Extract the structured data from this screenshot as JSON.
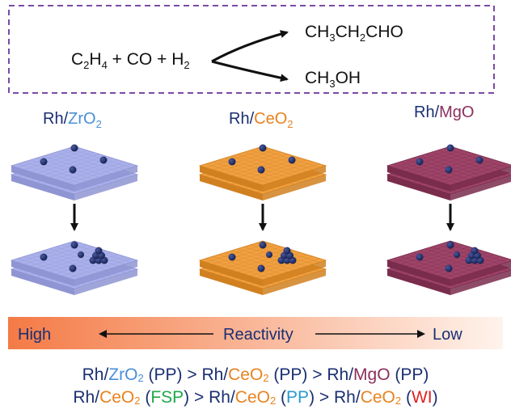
{
  "reaction": {
    "c2h4": [
      "C",
      "2",
      "H",
      "4"
    ],
    "plus1": " + ",
    "co": "CO",
    "plus2": " + ",
    "h2": [
      "H",
      "2"
    ],
    "product1": [
      "CH",
      "3",
      "CH",
      "2",
      "CHO"
    ],
    "product2": [
      "CH",
      "3",
      "OH"
    ]
  },
  "catalysts": [
    {
      "prefix": "Rh/",
      "support": "ZrO",
      "sub": "2",
      "support_color": "#4a8fd6",
      "top": "#aab0ea",
      "side": "#8f95d2"
    },
    {
      "prefix": "Rh/",
      "support": "CeO",
      "sub": "2",
      "support_color": "#e8821e",
      "top": "#f0a040",
      "side": "#d18020"
    },
    {
      "prefix": "Rh/",
      "support": "MgO",
      "sub": "",
      "support_color": "#8b2f5c",
      "top": "#9e4468",
      "side": "#7a2c4c"
    }
  ],
  "reactivity_bar": {
    "high": "High",
    "label": "Reactivity",
    "low": "Low"
  },
  "rankings": {
    "line1": [
      {
        "t": "Rh/",
        "c": "#1b2f72"
      },
      {
        "t": "ZrO",
        "c": "#4a8fd6"
      },
      {
        "t": "2",
        "c": "#4a8fd6",
        "sub": true
      },
      {
        "t": " (PP) > ",
        "c": "#1b2f72"
      },
      {
        "t": "Rh/",
        "c": "#1b2f72"
      },
      {
        "t": "CeO",
        "c": "#e8821e"
      },
      {
        "t": "2",
        "c": "#e8821e",
        "sub": true
      },
      {
        "t": " (PP) > ",
        "c": "#1b2f72"
      },
      {
        "t": "Rh/",
        "c": "#1b2f72"
      },
      {
        "t": "MgO",
        "c": "#8b2f5c"
      },
      {
        "t": " (PP)",
        "c": "#1b2f72"
      }
    ],
    "line2": [
      {
        "t": "Rh/",
        "c": "#1b2f72"
      },
      {
        "t": "CeO",
        "c": "#e8821e"
      },
      {
        "t": "2",
        "c": "#e8821e",
        "sub": true
      },
      {
        "t": " (",
        "c": "#1b2f72"
      },
      {
        "t": "FSP",
        "c": "#1fa84a"
      },
      {
        "t": ") > ",
        "c": "#1b2f72"
      },
      {
        "t": "Rh/",
        "c": "#1b2f72"
      },
      {
        "t": "CeO",
        "c": "#e8821e"
      },
      {
        "t": "2",
        "c": "#e8821e",
        "sub": true
      },
      {
        "t": " (",
        "c": "#1b2f72"
      },
      {
        "t": "PP",
        "c": "#2a9ad0"
      },
      {
        "t": ") > ",
        "c": "#1b2f72"
      },
      {
        "t": "Rh/",
        "c": "#1b2f72"
      },
      {
        "t": "CeO",
        "c": "#e8821e"
      },
      {
        "t": "2",
        "c": "#e8821e",
        "sub": true
      },
      {
        "t": " (",
        "c": "#1b2f72"
      },
      {
        "t": "WI",
        "c": "#e02020"
      },
      {
        "t": ")",
        "c": "#1b2f72"
      }
    ]
  },
  "colors": {
    "text_dark": "#1b2f72",
    "box_border": "#7b4aa6",
    "ink": "#111111",
    "particle": "#1c2a66"
  }
}
